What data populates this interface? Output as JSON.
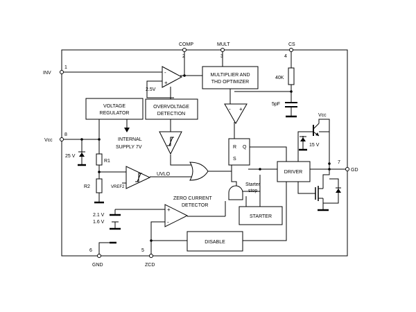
{
  "pins": {
    "inv": {
      "name": "INV",
      "num": "1"
    },
    "comp": {
      "name": "COMP",
      "num": "2"
    },
    "mult": {
      "name": "MULT",
      "num": "3"
    },
    "cs": {
      "name": "CS",
      "num": "4"
    },
    "zcd": {
      "name": "ZCD",
      "num": "5"
    },
    "gnd": {
      "name": "GND",
      "num": "6"
    },
    "gd": {
      "name": "GD",
      "num": "7"
    },
    "vcc": {
      "name": "Vcc",
      "num": "8"
    }
  },
  "blocks": {
    "multiplier": [
      "MULTIPLIER AND",
      "THD OPTIMIZER"
    ],
    "voltage_regulator": [
      "VOLTAGE",
      "REGULATOR"
    ],
    "overvoltage": [
      "OVERVOLTAGE",
      "DETECTION"
    ],
    "driver": "DRIVER",
    "starter": "STARTER",
    "disable": "DISABLE"
  },
  "labels": {
    "vref_25": "2.5V",
    "internal_supply": [
      "INTERNAL",
      "SUPPLY 7V"
    ],
    "r_40k": "40K",
    "cap_5pf": "5pF",
    "zener_25v": "25 V",
    "r1": "R1",
    "r2": "R2",
    "uvlo": "UVLO",
    "vref2": "VREF2",
    "zero_current": [
      "ZERO CURRENT",
      "DETECTOR"
    ],
    "thresholds": [
      "2.1 V",
      "1.6 V"
    ],
    "starter_stop": [
      "Starter",
      "stop"
    ],
    "vcc_driver": "Vcc",
    "zener_15v": "15 V",
    "rs_r": "R",
    "rs_s": "S",
    "rs_q": "Q"
  },
  "signs": {
    "minus": "-",
    "plus": "+"
  }
}
